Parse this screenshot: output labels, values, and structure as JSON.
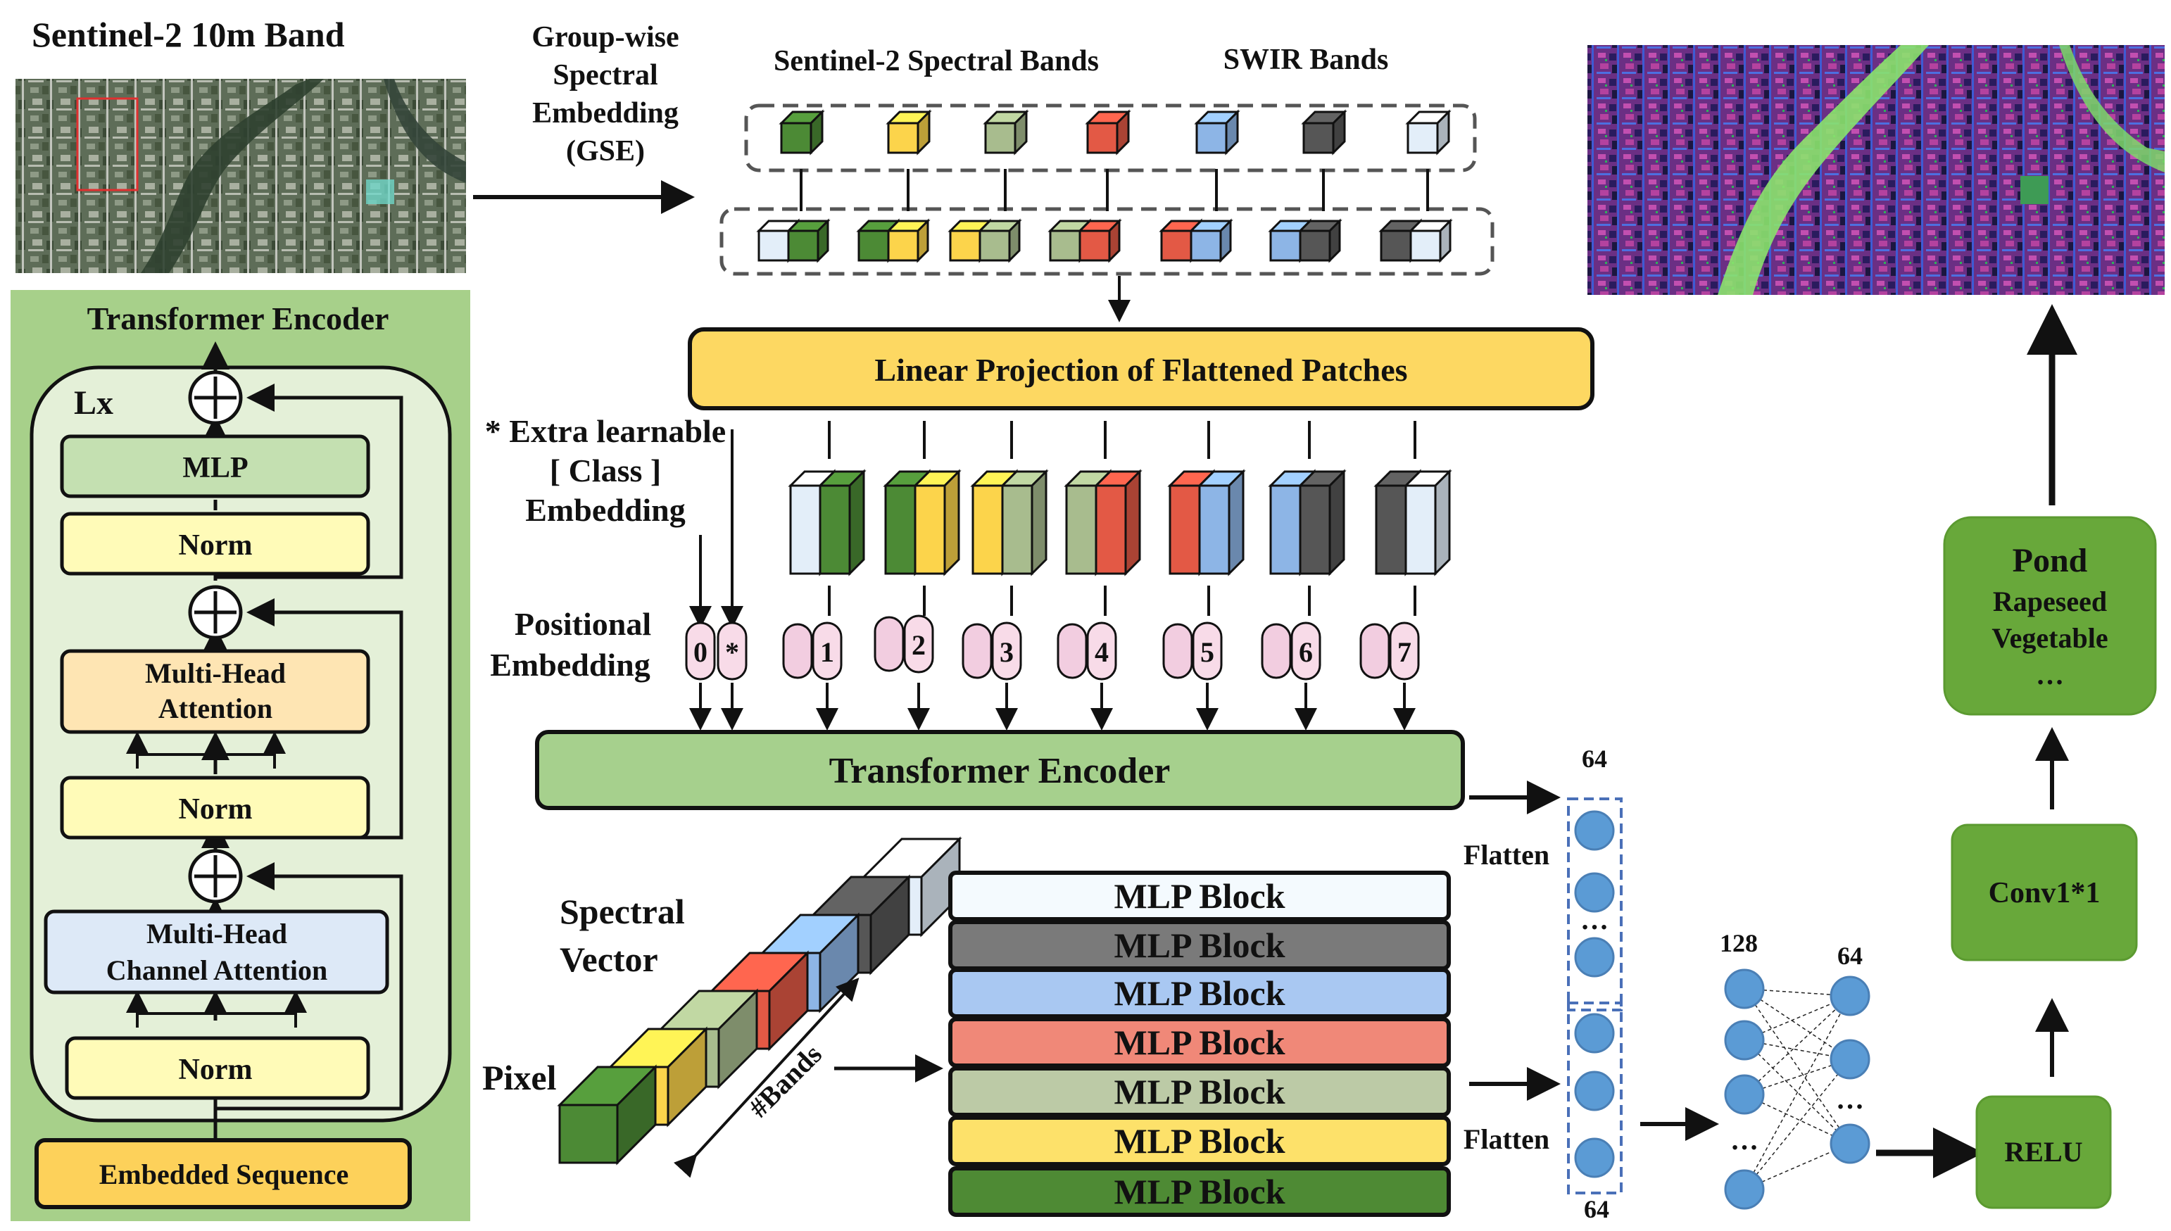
{
  "titles": {
    "sentinel_band": "Sentinel-2 10m Band",
    "gse": [
      "Group-wise",
      "Spectral",
      "Embedding",
      "(GSE)"
    ],
    "spectral_bands": "Sentinel-2 Spectral Bands",
    "swir_bands": "SWIR  Bands"
  },
  "encoder_detail": {
    "title": "Transformer Encoder",
    "repeat_label": "Lx",
    "mlp": "MLP",
    "norm": "Norm",
    "mha": [
      "Multi-Head",
      "Attention"
    ],
    "mhca": [
      "Multi-Head",
      "Channel Attention"
    ],
    "embedded": "Embedded Sequence"
  },
  "main": {
    "linear_projection": "Linear Projection of Flattened Patches",
    "class_embed": [
      "* Extra learnable",
      "[ Class ]",
      "Embedding"
    ],
    "positional": [
      "Positional",
      "Embedding"
    ],
    "position_labels": [
      "0",
      "*",
      "1",
      "2",
      "3",
      "4",
      "5",
      "6",
      "7"
    ],
    "transformer_encoder": "Transformer Encoder"
  },
  "spectral": {
    "spectral_vector": [
      "Spectral",
      "Vector"
    ],
    "pixel": "Pixel",
    "bands": "#Bands"
  },
  "mlp_blocks": {
    "label": "MLP Block",
    "colors": [
      "#f4fafe",
      "#7a7a7a",
      "#a9c8f2",
      "#f08878",
      "#bccaa6",
      "#fde16a",
      "#4e8a34"
    ]
  },
  "flatten": {
    "label": "Flatten",
    "dim_top": "64",
    "dim_bottom": "64",
    "dim_128": "128",
    "dim_64": "64",
    "ellipsis": "…"
  },
  "head": {
    "relu": "RELU",
    "conv": "Conv1*1",
    "classes": [
      "Pond",
      "Rapeseed",
      "Vegetable",
      "…"
    ]
  },
  "band_colors": [
    "#4c8a35",
    "#fcd44b",
    "#a8bc8e",
    "#e35945",
    "#8db5e6",
    "#565656",
    "#e3eef9"
  ]
}
